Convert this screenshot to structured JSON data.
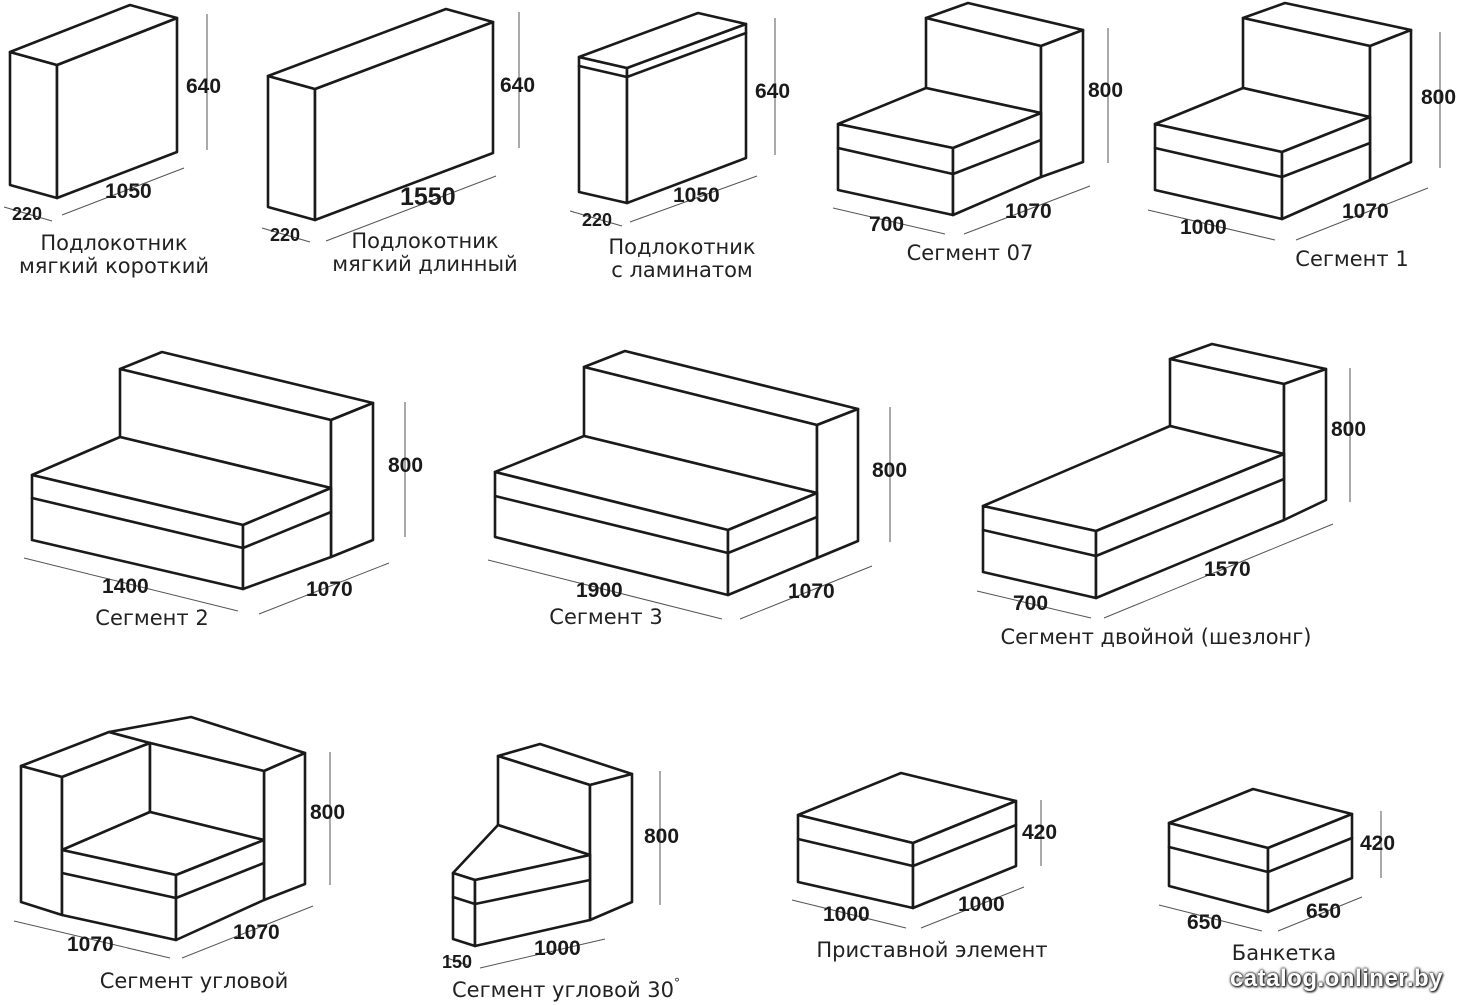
{
  "items": {
    "armrest_short": {
      "name_line1": "Подлокотник",
      "name_line2": "мягкий короткий",
      "height": "640",
      "length": "1050",
      "depth": "220"
    },
    "armrest_long": {
      "name_line1": "Подлокотник",
      "name_line2": "мягкий длинный",
      "height": "640",
      "length": "1550",
      "depth": "220"
    },
    "armrest_laminate": {
      "name_line1": "Подлокотник",
      "name_line2": "с ламинатом",
      "height": "640",
      "length": "1050",
      "depth": "220"
    },
    "segment_07": {
      "name": "Сегмент 07",
      "height": "800",
      "width": "700",
      "depth": "1070"
    },
    "segment_1": {
      "name": "Сегмент 1",
      "height": "800",
      "width": "1000",
      "depth": "1070"
    },
    "segment_2": {
      "name": "Сегмент 2",
      "height": "800",
      "width": "1400",
      "depth": "1070"
    },
    "segment_3": {
      "name": "Сегмент 3",
      "height": "800",
      "width": "1900",
      "depth": "1070"
    },
    "segment_double": {
      "name": "Сегмент двойной (шезлонг)",
      "height": "800",
      "width": "700",
      "depth": "1570"
    },
    "segment_corner": {
      "name": "Сегмент угловой",
      "height": "800",
      "width": "1070",
      "depth": "1070"
    },
    "segment_corner30": {
      "name": "Сегмент угловой 30",
      "degree": "°",
      "height": "800",
      "width": "1000",
      "edge": "150"
    },
    "extra_element": {
      "name": "Приставной элемент",
      "height": "420",
      "width": "1000",
      "depth": "1000"
    },
    "banquette": {
      "name": "Банкетка",
      "height": "420",
      "width": "650",
      "depth": "650"
    }
  },
  "watermark": "catalog.onliner.by"
}
